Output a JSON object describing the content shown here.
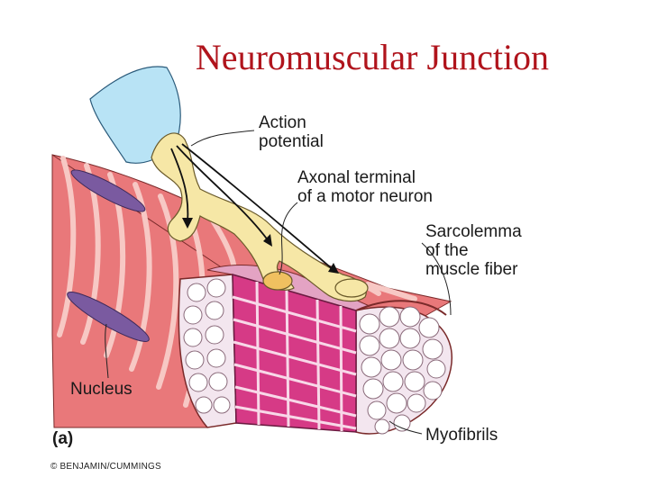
{
  "title": "Neuromuscular Junction",
  "labels": {
    "action_potential": "Action\npotential",
    "axonal_terminal": "Axonal terminal\nof a motor neuron",
    "sarcolemma": "Sarcolemma\nof the\nmuscle fiber",
    "nucleus": "Nucleus",
    "myofibrils": "Myofibrils",
    "panel": "(a)"
  },
  "credit": "© BENJAMIN/CUMMINGS",
  "colors": {
    "title": "#b0141c",
    "muscle": "#e9787a",
    "muscle_stripe": "#f7c8c4",
    "nucleus": "#7a5aa0",
    "neuron": "#f6e7a6",
    "terminal": "#f0c060",
    "schwann": "#b8e3f5",
    "myofibril_face": "#d63a86"
  }
}
